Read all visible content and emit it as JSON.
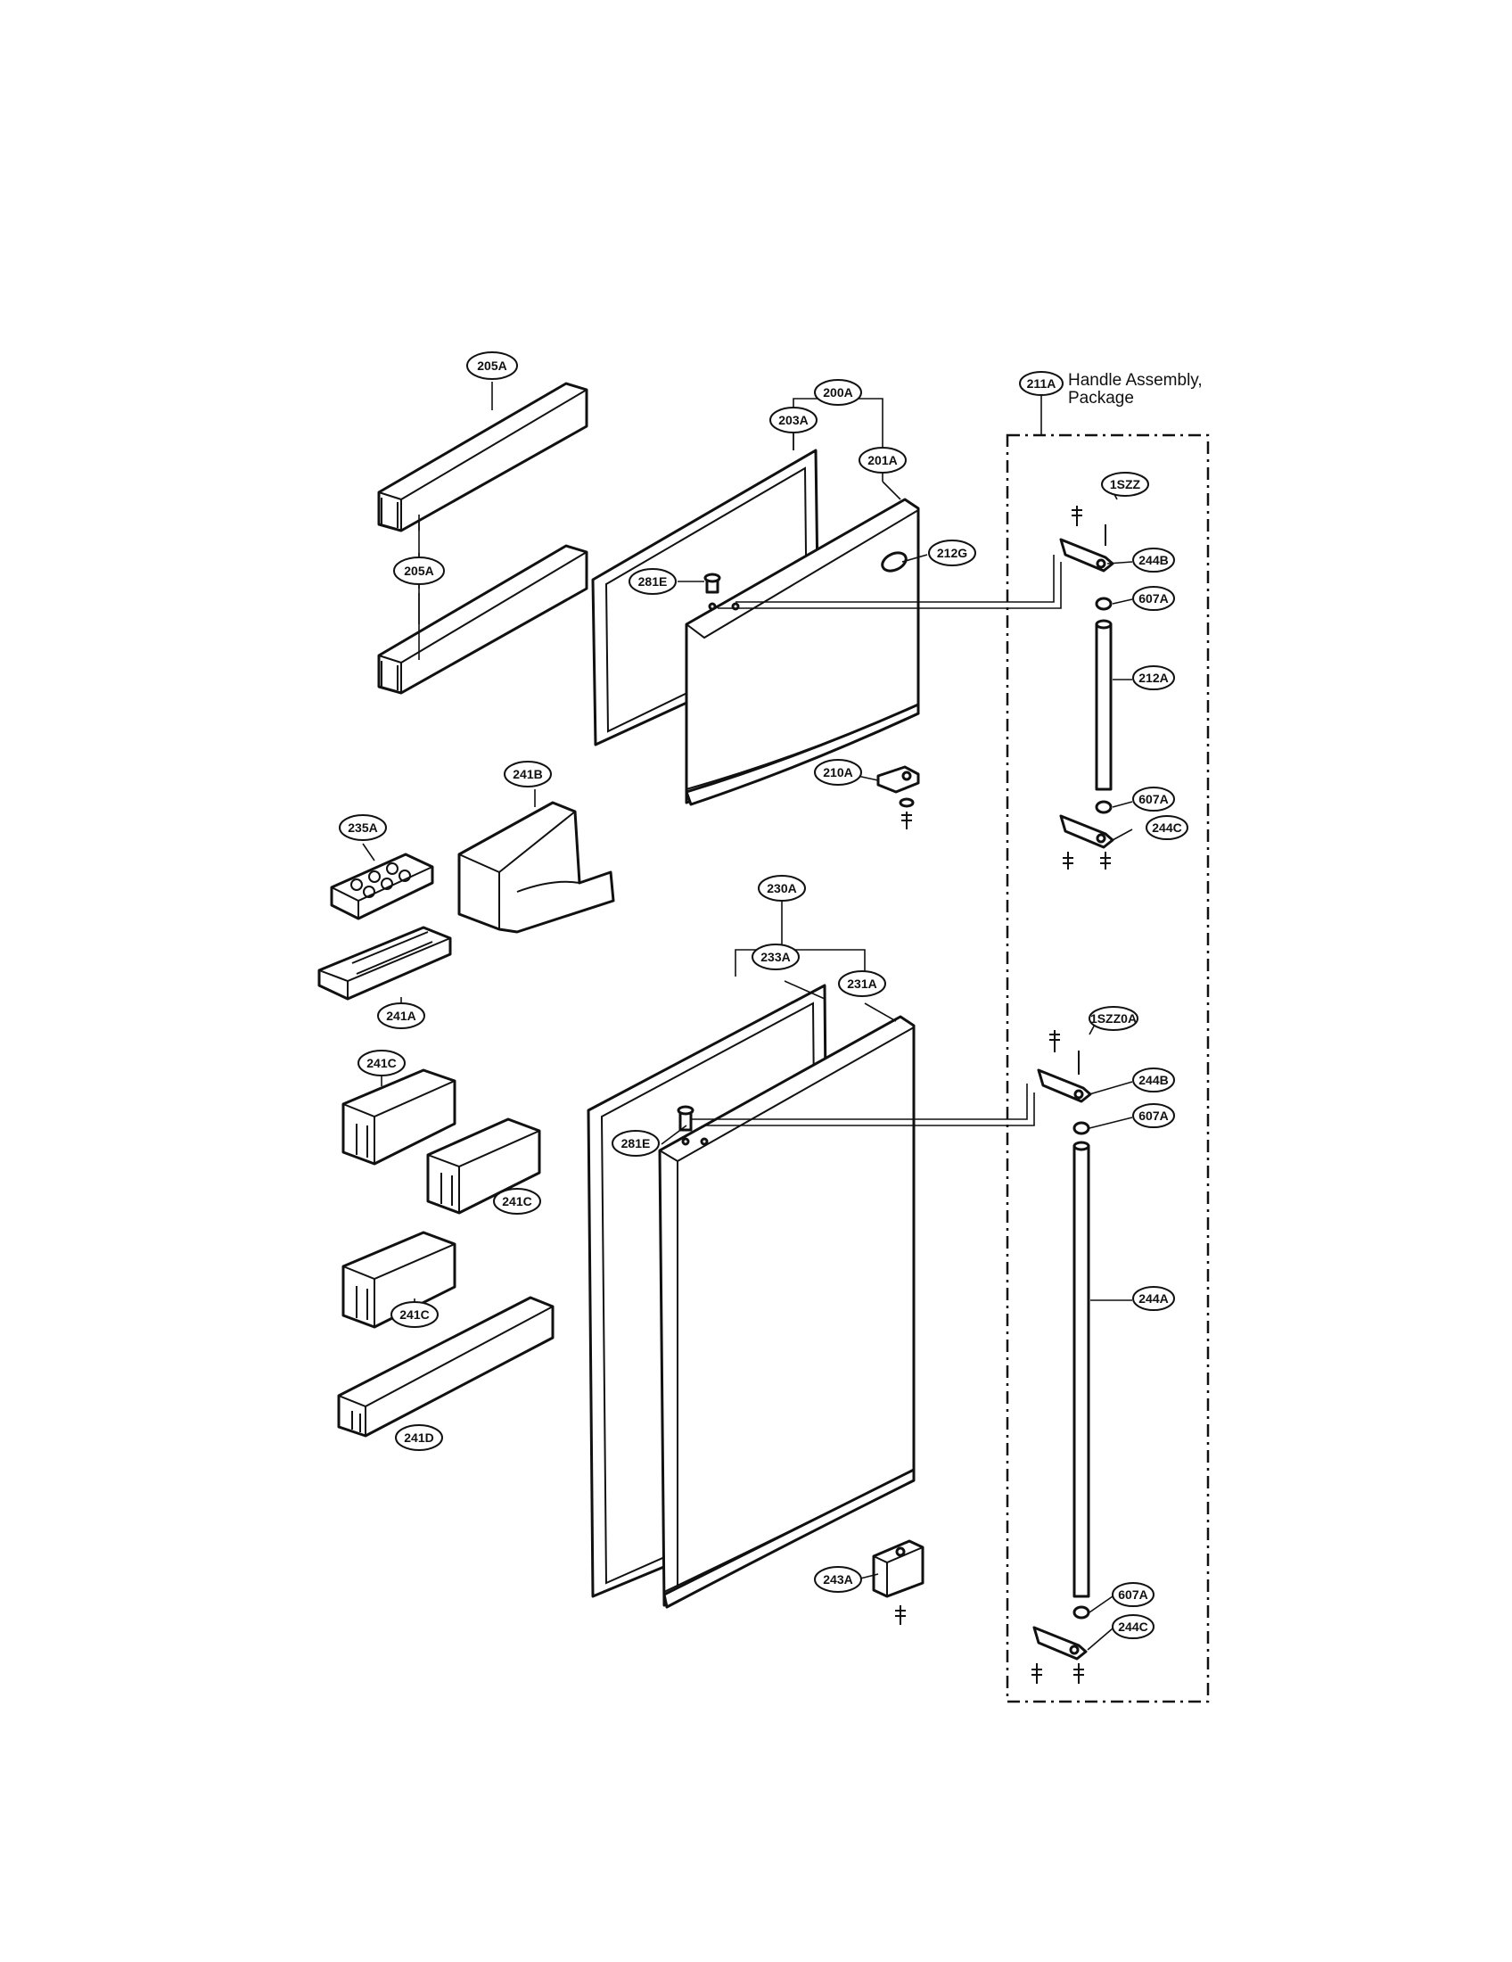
{
  "package_title_line1": "Handle Assembly,",
  "package_title_line2": "Package",
  "parts": {
    "p205a_top": "205A",
    "p205a_bottom": "205A",
    "p200a": "200A",
    "p203a": "203A",
    "p201a": "201A",
    "p212g": "212G",
    "p281e_upper": "281E",
    "p210a": "210A",
    "p241b": "241B",
    "p235a": "235A",
    "p241a": "241A",
    "p230a": "230A",
    "p233a": "233A",
    "p231a": "231A",
    "p281e_lower": "281E",
    "p241c_1": "241C",
    "p241c_2": "241C",
    "p241c_3": "241C",
    "p241d": "241D",
    "p243a": "243A",
    "p211a": "211A",
    "p1szz_upper": "1SZZ",
    "p244b_upper": "244B",
    "p607a_1": "607A",
    "p212a": "212A",
    "p607a_2": "607A",
    "p244c_upper": "244C",
    "p1szz_lower": "1SZZ0A",
    "p244b_lower": "244B",
    "p607a_3": "607A",
    "p244a": "244A",
    "p607a_4": "607A",
    "p244c_lower": "244C"
  }
}
